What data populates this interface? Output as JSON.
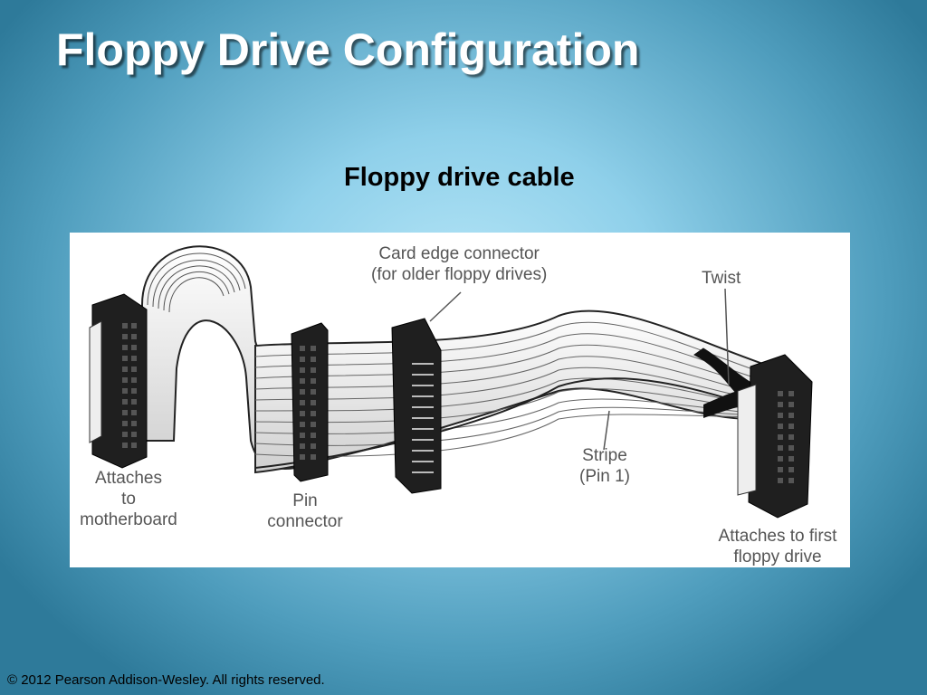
{
  "slide": {
    "title": "Floppy Drive Configuration",
    "subtitle": "Floppy drive cable",
    "footer": "© 2012 Pearson Addison-Wesley. All rights reserved."
  },
  "diagram": {
    "callouts": {
      "card_edge_line1": "Card edge connector",
      "card_edge_line2": "(for older floppy drives)",
      "twist": "Twist",
      "stripe_line1": "Stripe",
      "stripe_line2": "(Pin 1)",
      "motherboard_line1": "Attaches",
      "motherboard_line2": "to",
      "motherboard_line3": "motherboard",
      "pin_line1": "Pin",
      "pin_line2": "connector",
      "first_drive_line1": "Attaches to first",
      "first_drive_line2": "floppy drive"
    }
  },
  "colors": {
    "connector": "#1f1f1f",
    "cable": "#e9e9e9",
    "label_text": "#555555"
  }
}
